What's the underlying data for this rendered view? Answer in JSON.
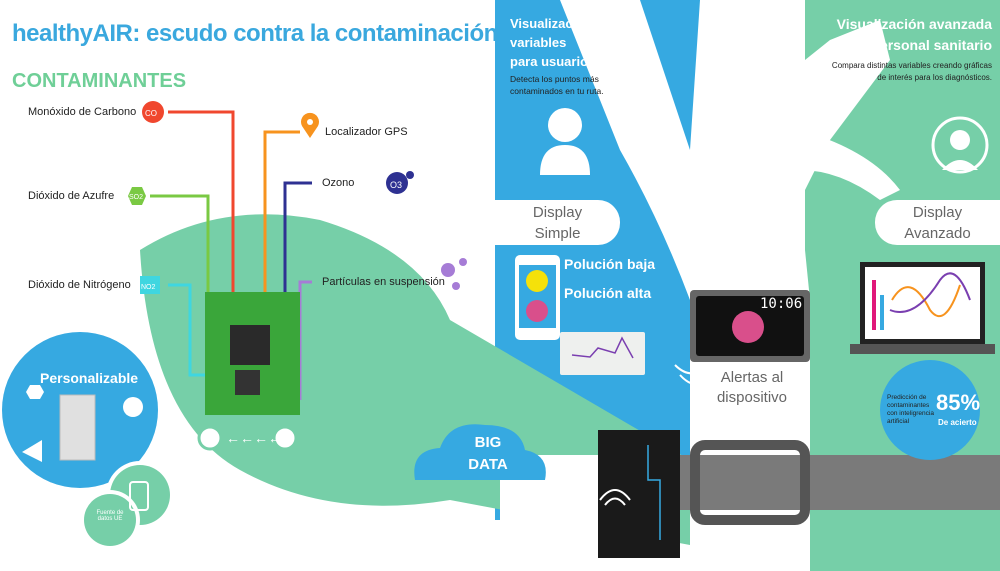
{
  "title": "healthyAIR: escudo contra la contaminación",
  "section": "CONTAMINANTES",
  "pollutants": [
    {
      "label": "Monóxido de Carbono",
      "badge": "CO",
      "color": "#f0472e"
    },
    {
      "label": "Dióxido de Azufre",
      "badge": "SO2",
      "color": "#7ac943"
    },
    {
      "label": "Dióxido de Nitrógeno",
      "badge": "NO2",
      "color": "#3fd6e0"
    },
    {
      "label": "Localizador GPS",
      "color": "#f7931e"
    },
    {
      "label": "Ozono",
      "badge": "O3",
      "color": "#2e3192"
    },
    {
      "label": "Partículas en suspensión",
      "color": "#a67cd6"
    }
  ],
  "personalizable": "Personalizable",
  "eu_source": "Fuente de datos UE",
  "big_data": [
    "BIG",
    "DATA"
  ],
  "users": {
    "title": [
      "Visualización de",
      "variables",
      "para usuarios"
    ],
    "desc": [
      "Detecta los puntos más",
      "contaminados en tu ruta."
    ]
  },
  "display_simple": [
    "Display",
    "Simple"
  ],
  "pollution_low": "Polución baja",
  "pollution_high": "Polución alta",
  "watch_time": "10:06",
  "alerts": [
    "Alertas al",
    "dispositivo"
  ],
  "advanced": {
    "title": [
      "Visualización avanzada",
      "para personal sanitario"
    ],
    "desc": [
      "Compara distintas variables creando gráficas",
      "de interés para los diagnósticos."
    ]
  },
  "display_advanced": [
    "Display",
    "Avanzado"
  ],
  "prediction": {
    "text": [
      "Predicción de",
      "contaminantes",
      "con inteligrencia",
      "artificial"
    ],
    "value": "85%",
    "caption": "De acierto"
  },
  "colors": {
    "blue": "#36a9e1",
    "green": "#76cfa8",
    "title": "#3aa8de"
  }
}
